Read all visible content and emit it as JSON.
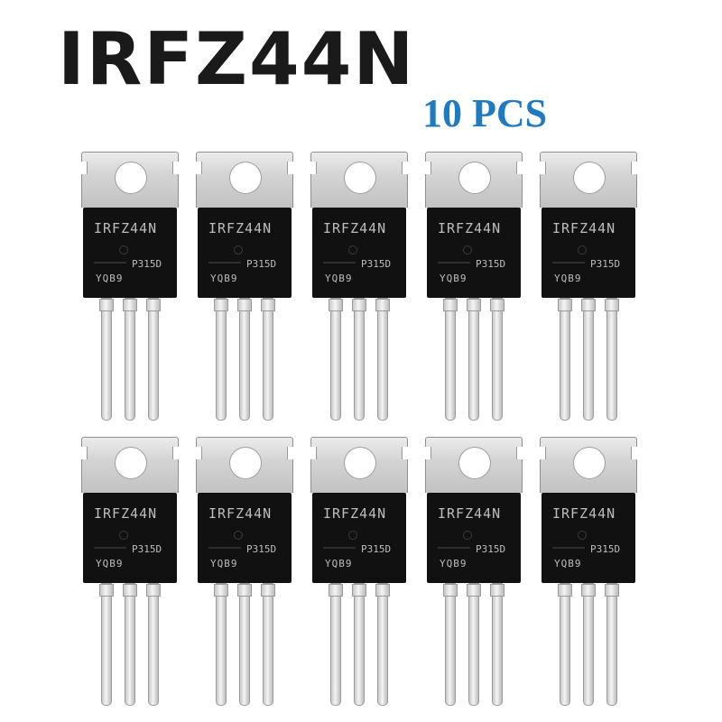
{
  "title": "IRFZ44N",
  "quantity": "10 PCS",
  "marking": {
    "part": "IRFZ44N",
    "code_line_1": "P315D",
    "code_line_2": "YQB9"
  },
  "colors": {
    "title": "#1a1a1a",
    "quantity": "#1e7bc2",
    "body": "#111111",
    "tab": "#d4d4d4"
  },
  "transistor_count": 10
}
